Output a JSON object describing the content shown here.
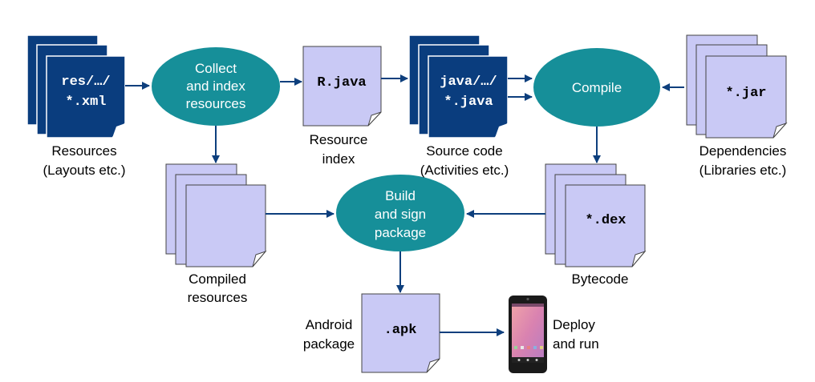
{
  "colors": {
    "dark_doc": "#0a3d7e",
    "light_doc": "#c9c9f5",
    "ellipse": "#168f99",
    "arrow": "#0d3f7d",
    "doc_text_dark": "#ffffff",
    "doc_text_light": "#000000"
  },
  "documents": {
    "res_xml": {
      "line1": "res/…/",
      "line2": "*.xml"
    },
    "r_java": {
      "label": "R.java"
    },
    "java_src": {
      "line1": "java/…/",
      "line2": "*.java"
    },
    "jar": {
      "label": "*.jar"
    },
    "dex": {
      "label": "*.dex"
    },
    "apk": {
      "label": ".apk"
    }
  },
  "processes": {
    "collect": {
      "line1": "Collect",
      "line2": "and index",
      "line3": "resources"
    },
    "compile": {
      "line1": "Compile"
    },
    "build": {
      "line1": "Build",
      "line2": "and sign",
      "line3": "package"
    }
  },
  "captions": {
    "resources": {
      "line1": "Resources",
      "line2": "(Layouts etc.)"
    },
    "resource_index": {
      "line1": "Resource",
      "line2": "index"
    },
    "source_code": {
      "line1": "Source code",
      "line2": "(Activities etc.)"
    },
    "dependencies": {
      "line1": "Dependencies",
      "line2": "(Libraries etc.)"
    },
    "compiled_resources": {
      "line1": "Compiled",
      "line2": "resources"
    },
    "bytecode": {
      "line1": "Bytecode"
    },
    "android_package": {
      "line1": "Android",
      "line2": "package"
    },
    "deploy": {
      "line1": "Deploy",
      "line2": "and run"
    }
  },
  "icons": {
    "phone": "android-phone-icon"
  }
}
